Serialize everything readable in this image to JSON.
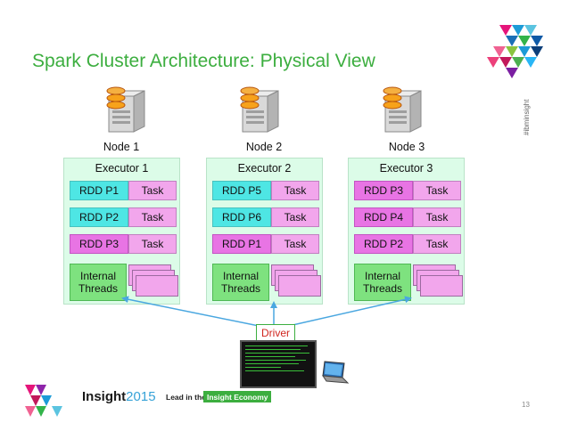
{
  "title": "Spark Cluster Architecture: Physical View",
  "hashtag": "#ibminsight",
  "nodes": [
    {
      "label": "Node 1",
      "executor": "Executor 1",
      "rdds": [
        "RDD P1",
        "RDD P2",
        "RDD P3"
      ],
      "task_label": "Task",
      "threads_label": "Internal Threads"
    },
    {
      "label": "Node 2",
      "executor": "Executor 2",
      "rdds": [
        "RDD P5",
        "RDD P6",
        "RDD P1"
      ],
      "task_label": "Task",
      "threads_label": "Internal Threads"
    },
    {
      "label": "Node 3",
      "executor": "Executor 3",
      "rdds": [
        "RDD P3",
        "RDD P4",
        "RDD P2"
      ],
      "task_label": "Task",
      "threads_label": "Internal Threads"
    }
  ],
  "driver_label": "Driver",
  "colors": {
    "title": "#3cae3f",
    "executor_bg": "#dcfce8",
    "rdd_cyan": "#4ee6e4",
    "rdd_magenta": "#e874e4",
    "task": "#f2a6ec",
    "threads": "#7ee27f",
    "arrow": "#4aa7e0",
    "driver_text": "#d0261f"
  },
  "footer": {
    "brand": "Insight",
    "year": "2015",
    "lead_prefix": "Lead in the",
    "lead_highlight": "Insight Economy",
    "page_number": "13"
  }
}
